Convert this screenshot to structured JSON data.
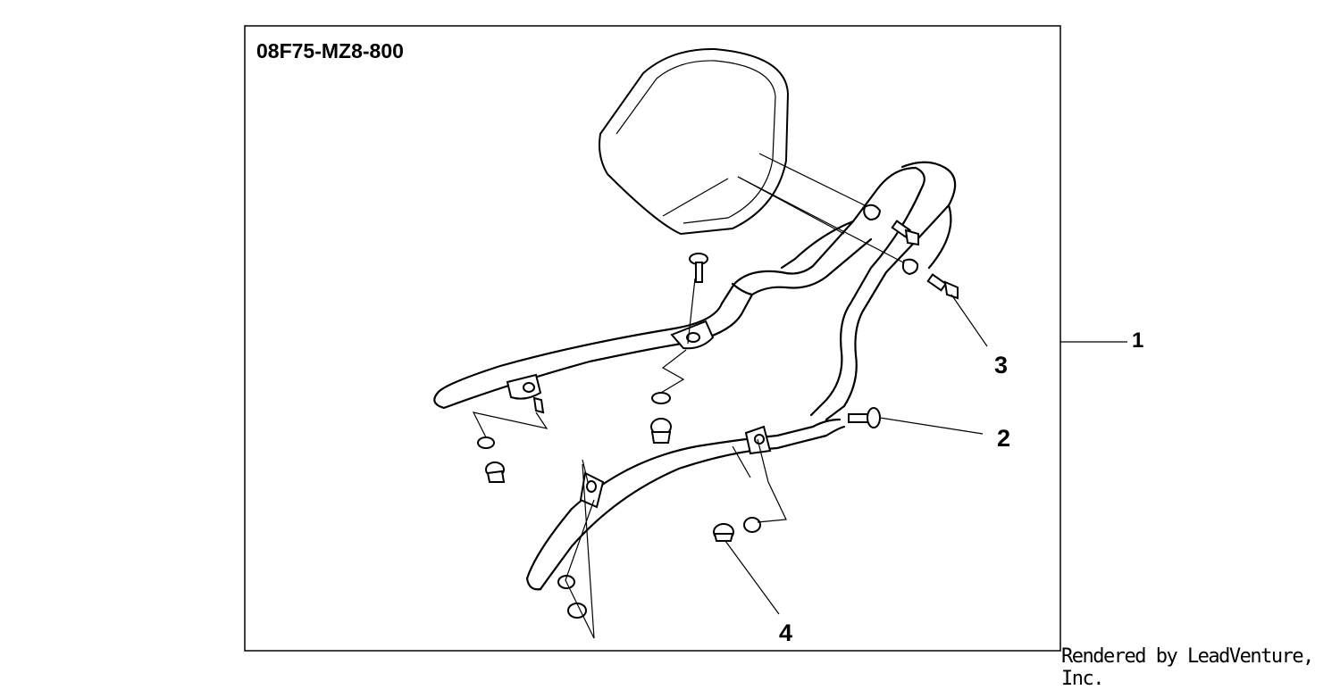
{
  "diagram": {
    "part_number": "08F75-MZ8-800",
    "callouts": [
      {
        "id": "1",
        "label": "1"
      },
      {
        "id": "2",
        "label": "2"
      },
      {
        "id": "3",
        "label": "3"
      },
      {
        "id": "4",
        "label": "4"
      }
    ],
    "footer": "Rendered by LeadVenture, Inc."
  }
}
